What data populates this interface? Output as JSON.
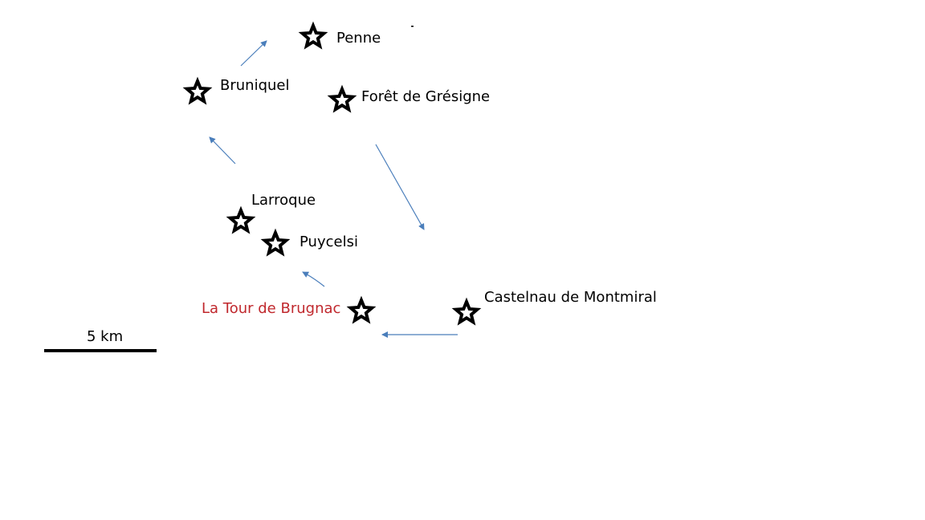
{
  "colors": {
    "background": "#ffffff",
    "marker": "#000000",
    "label": "#000000",
    "highlight_label": "#c0282d",
    "arrow": "#4a7ebb"
  },
  "places": [
    {
      "name": "Penne",
      "marker_icon": "star-outline-icon",
      "highlight": false
    },
    {
      "name": "Bruniquel",
      "marker_icon": "star-outline-icon",
      "highlight": false
    },
    {
      "name": "Forêt de Grésigne",
      "marker_icon": "star-outline-icon",
      "highlight": false
    },
    {
      "name": "Larroque",
      "marker_icon": "star-outline-icon",
      "highlight": false
    },
    {
      "name": "Puycelsi",
      "marker_icon": "star-outline-icon",
      "highlight": false
    },
    {
      "name": "La Tour de Brugnac",
      "marker_icon": "star-outline-icon",
      "highlight": true
    },
    {
      "name": "Castelnau de Montmiral",
      "marker_icon": "star-outline-icon",
      "highlight": false
    }
  ],
  "scale_bar": {
    "label": "5 km"
  }
}
